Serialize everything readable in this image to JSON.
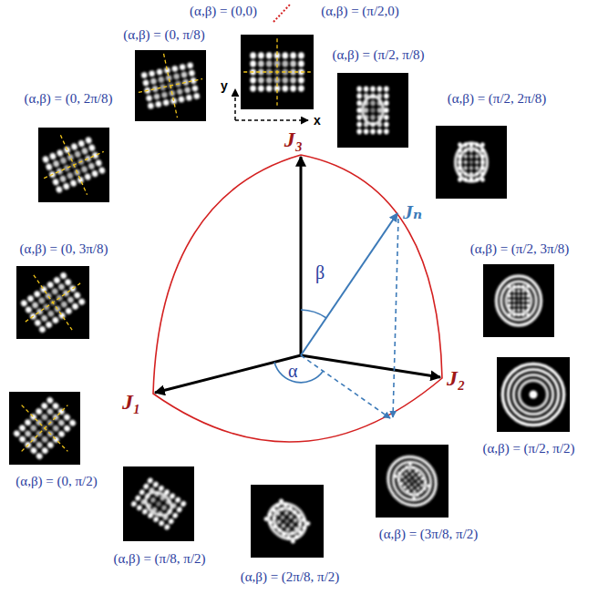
{
  "diagram": {
    "labels": [
      "(α,β) = (0,0)",
      "(α,β) = (π/2,0)",
      "(α,β) = (0, π/8)",
      "(α,β) = (π/2, π/8)",
      "(α,β) = (π/2, 2π/8)",
      "(α,β) = (0, 2π/8)",
      "J₃",
      "Jₙ",
      "y",
      "x",
      "(α,β) = (0, 3π/8)",
      "(α,β) = (π/2, 3π/8)",
      "β",
      "α",
      "J₁",
      "J₂",
      "(α,β) = (0, π/2)",
      "(α,β) = (π/2, π/2)",
      "(α,β) = (3π/8, π/2)",
      "(α,β) = (π/8, π/2)",
      "(α,β) = (2π/8, π/2)"
    ]
  }
}
